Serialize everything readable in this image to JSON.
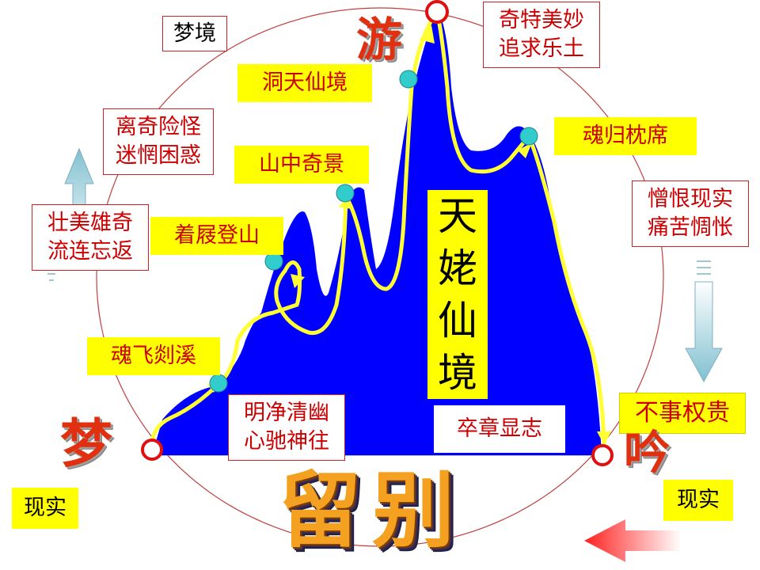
{
  "labels": {
    "mengjing": "梦境",
    "liqi_line1": "离奇险怪",
    "liqi_line2": "迷惘困惑",
    "zhuangmei_line1": "壮美雄奇",
    "zhuangmei_line2": "流连忘返",
    "dongtian": "洞天仙境",
    "shanzhong": "山中奇景",
    "zhuoji": "着屐登山",
    "hunfei": "魂飞剡溪",
    "mingjing_line1": "明净清幽",
    "mingjing_line2": "心驰神往",
    "qite_line1": "奇特美妙",
    "qite_line2": "追求乐土",
    "hungui": "魂归枕席",
    "zenghen_line1": "憎恨现实",
    "zenghen_line2": "痛苦惆怅",
    "buShi": "不事权贵",
    "zuzhang": "卒章显志",
    "xianshi_left": "现实",
    "xianshi_right": "现实"
  },
  "big_text": {
    "you": "游",
    "meng": "梦",
    "yin": "吟",
    "liubie": "留别"
  },
  "center_title": [
    "天",
    "姥",
    "仙",
    "境"
  ],
  "colors": {
    "mountain": "#0000ff",
    "path": "#ffff33",
    "node": "#33cccc",
    "circle": "#c00000",
    "label_text": "#cc0000",
    "highlight": "#ffff00"
  }
}
